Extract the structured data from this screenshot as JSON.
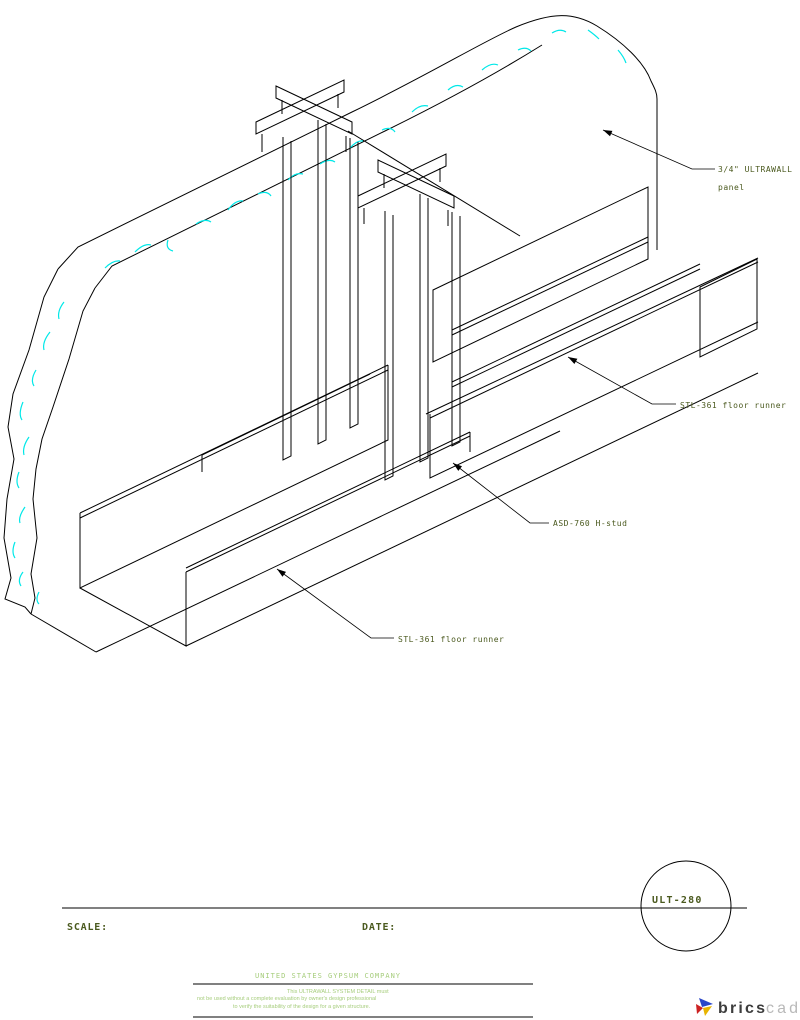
{
  "drawing_labels": {
    "panel_label_line1": "3/4\" ULTRAWALL",
    "panel_label_line2": "panel",
    "runner_label_right": "STL-361 floor runner",
    "stud_label": "ASD-760 H-stud",
    "runner_label_bottom": "STL-361 floor runner"
  },
  "title_block": {
    "scale_label": "SCALE:",
    "date_label": "DATE:",
    "detail_number": "ULT-280",
    "company_name": "UNITED STATES GYPSUM COMPANY",
    "disclaimer": {
      "line1": "This ULTRAWALL SYSTEM DETAIL must",
      "line2": "not be used without a complete evaluation by owner's design professional",
      "line3": "to verify the suitability of the design for a given structure."
    }
  },
  "branding": {
    "logo_text_bold": "brics",
    "logo_text_light": "cad"
  },
  "colors": {
    "line_color": "#000000",
    "texture_color": "#00e8e8",
    "label_color": "#4b5a1f",
    "company_color": "#a6cd7c",
    "logo_dark": "#3d3d3d",
    "logo_gray": "#b9b9b9",
    "logo_blue": "#2a46c8",
    "logo_red": "#cc2222",
    "logo_yellow": "#e8b400"
  }
}
